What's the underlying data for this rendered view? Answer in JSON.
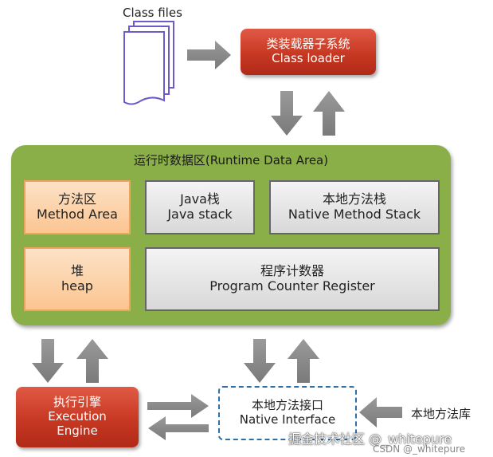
{
  "class_files_label": "Class files",
  "class_loader": {
    "line1": "类装载器子系统",
    "line2": "Class loader"
  },
  "runtime_area": {
    "title": "运行时数据区(Runtime Data Area)",
    "method_area": {
      "line1": "方法区",
      "line2": "Method Area"
    },
    "java_stack": {
      "line1": "Java栈",
      "line2": "Java stack"
    },
    "native_method_stack": {
      "line1": "本地方法栈",
      "line2": "Native Method Stack"
    },
    "heap": {
      "line1": "堆",
      "line2": "heap"
    },
    "pc_register": {
      "line1": "程序计数器",
      "line2": "Program Counter Register"
    }
  },
  "execution_engine": {
    "line1": "执行引擎",
    "line2": "Execution",
    "line3": "Engine"
  },
  "native_interface": {
    "line1": "本地方法接口",
    "line2": "Native Interface"
  },
  "native_library_label": "本地方法库",
  "watermark": {
    "main": "掘金技术社区 @_whitepure",
    "sub": "CSDN @_whitepure"
  },
  "colors": {
    "red": "#c73822",
    "green": "#8aaf48",
    "orange": "#fbc592",
    "gray_arrow": "#8a8a8a",
    "dashed_border": "#2d6fa8"
  }
}
